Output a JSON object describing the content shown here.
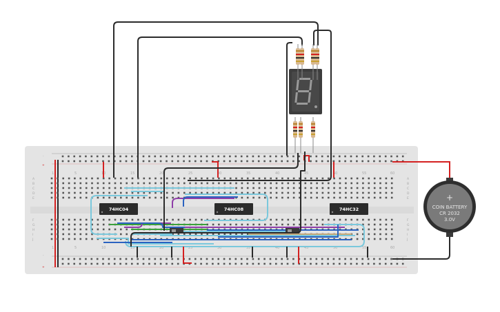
{
  "chips": [
    {
      "name": "chip-74hc04",
      "label": "74HC04"
    },
    {
      "name": "chip-74hc08",
      "label": "74HC08"
    },
    {
      "name": "chip-74hc32",
      "label": "74HC32"
    }
  ],
  "battery": {
    "plus": "+",
    "line1": "COIN BATTERY",
    "line2": "CR 2032",
    "line3": "3.0V"
  },
  "breadboard": {
    "col_numbers_top": [
      "1",
      "5",
      "10",
      "15",
      "20",
      "25",
      "30",
      "35",
      "40",
      "45",
      "50",
      "55",
      "60"
    ],
    "col_numbers_bottom": [
      "1",
      "5",
      "10",
      "15",
      "20",
      "25",
      "30",
      "35",
      "40",
      "45",
      "50",
      "55",
      "60"
    ],
    "rows_top": [
      "A",
      "B",
      "C",
      "D",
      "E"
    ],
    "rows_bottom": [
      "F",
      "G",
      "H",
      "I",
      "J"
    ],
    "rail_plus": "+",
    "rail_minus": "-"
  },
  "display": {
    "digit": "8"
  },
  "colors": {
    "board": "#e4e4e4",
    "chip": "#2b2b2b",
    "wire_black": "#2a2a2a",
    "wire_red": "#d42020",
    "wire_light_blue": "#7ac8dc",
    "wire_purple": "#8e3da8",
    "wire_blue": "#2a62c0",
    "wire_green": "#3aa03a",
    "wire_tan": "#c8a878",
    "battery": "#7a7a7a"
  }
}
